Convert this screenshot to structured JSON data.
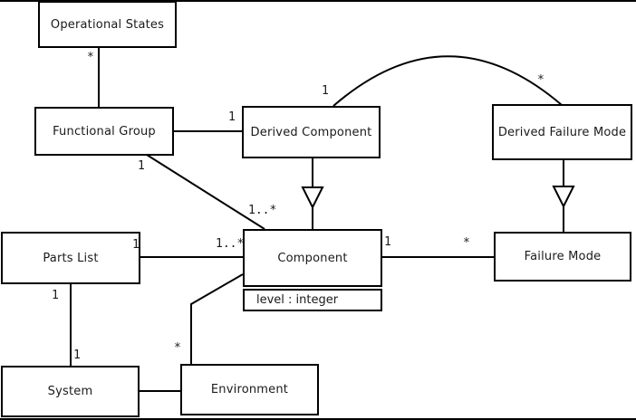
{
  "diagram": {
    "kind": "uml-class-diagram",
    "background_color": "#ffffff",
    "line_color": "#000000",
    "text_color": "#1a1a1a"
  },
  "classes": {
    "operational_states": {
      "label": "Operational States"
    },
    "functional_group": {
      "label": "Functional Group"
    },
    "derived_component": {
      "label": "Derived Component"
    },
    "derived_failure_mode": {
      "label": "Derived Failure Mode"
    },
    "parts_list": {
      "label": "Parts List"
    },
    "component": {
      "label": "Component",
      "attribute": "level : integer"
    },
    "failure_mode": {
      "label": "Failure Mode"
    },
    "system": {
      "label": "System"
    },
    "environment": {
      "label": "Environment"
    }
  },
  "multiplicities": {
    "os_fg": "*",
    "fg_dc": "1",
    "fg_comp_src": "1",
    "fg_comp_dst": "1..*",
    "dc_dfm_src": "1",
    "dc_dfm_dst": "*",
    "pl_comp_src": "1",
    "pl_comp_dst": "1..*",
    "pl_sys_src": "1",
    "pl_sys_dst": "1",
    "env_comp": "*",
    "comp_fm_src": "1",
    "comp_fm_dst": "*"
  },
  "relationships": [
    {
      "from": "Operational States",
      "to": "Functional Group",
      "type": "association",
      "multiplicity_at_operational_states": "*"
    },
    {
      "from": "Functional Group",
      "to": "Derived Component",
      "type": "association",
      "multiplicity_at_derived_component": "1"
    },
    {
      "from": "Functional Group",
      "to": "Component",
      "type": "association",
      "multiplicity_at_functional_group": "1",
      "multiplicity_at_component": "1..*"
    },
    {
      "from": "Derived Component",
      "to": "Derived Failure Mode",
      "type": "association-arc",
      "multiplicity_at_derived_component": "1",
      "multiplicity_at_derived_failure_mode": "*"
    },
    {
      "from": "Derived Component",
      "to": "Component",
      "type": "generalization"
    },
    {
      "from": "Derived Failure Mode",
      "to": "Failure Mode",
      "type": "generalization"
    },
    {
      "from": "Parts List",
      "to": "Component",
      "type": "association",
      "multiplicity_at_parts_list": "1",
      "multiplicity_at_component": "1..*"
    },
    {
      "from": "Parts List",
      "to": "System",
      "type": "association",
      "multiplicity_at_parts_list": "1",
      "multiplicity_at_system": "1"
    },
    {
      "from": "System",
      "to": "Environment",
      "type": "association"
    },
    {
      "from": "Environment",
      "to": "Component",
      "type": "association",
      "multiplicity_at_environment": "*"
    },
    {
      "from": "Component",
      "to": "Failure Mode",
      "type": "association",
      "multiplicity_at_component": "1",
      "multiplicity_at_failure_mode": "*"
    }
  ]
}
